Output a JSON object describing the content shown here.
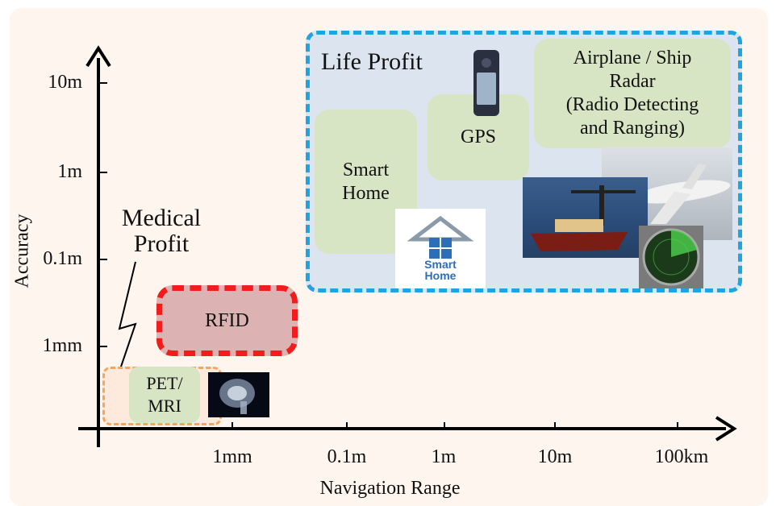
{
  "axes": {
    "y_title": "Accuracy",
    "x_title": "Navigation Range",
    "y_ticks": [
      "10m",
      "1m",
      "0.1m",
      "1mm"
    ],
    "x_ticks": [
      "1mm",
      "0.1m",
      "1m",
      "10m",
      "100km"
    ]
  },
  "groups": {
    "life_profit": "Life Profit",
    "medical_profit": "Medical\nProfit"
  },
  "boxes": {
    "smart_home": "Smart\nHome",
    "gps": "GPS",
    "radar": "Airplane / Ship\nRadar\n(Radio Detecting\nand Ranging)",
    "rfid": "RFID",
    "pet_mri": "PET/\nMRI"
  },
  "icons": {
    "smart_home_logo_text": "Smart\nHome"
  },
  "colors": {
    "life_border": "#1ea5e1",
    "rfid_border": "#f11d1d",
    "medical_border": "#f5a65c",
    "green_box": "#d8e5c4"
  }
}
